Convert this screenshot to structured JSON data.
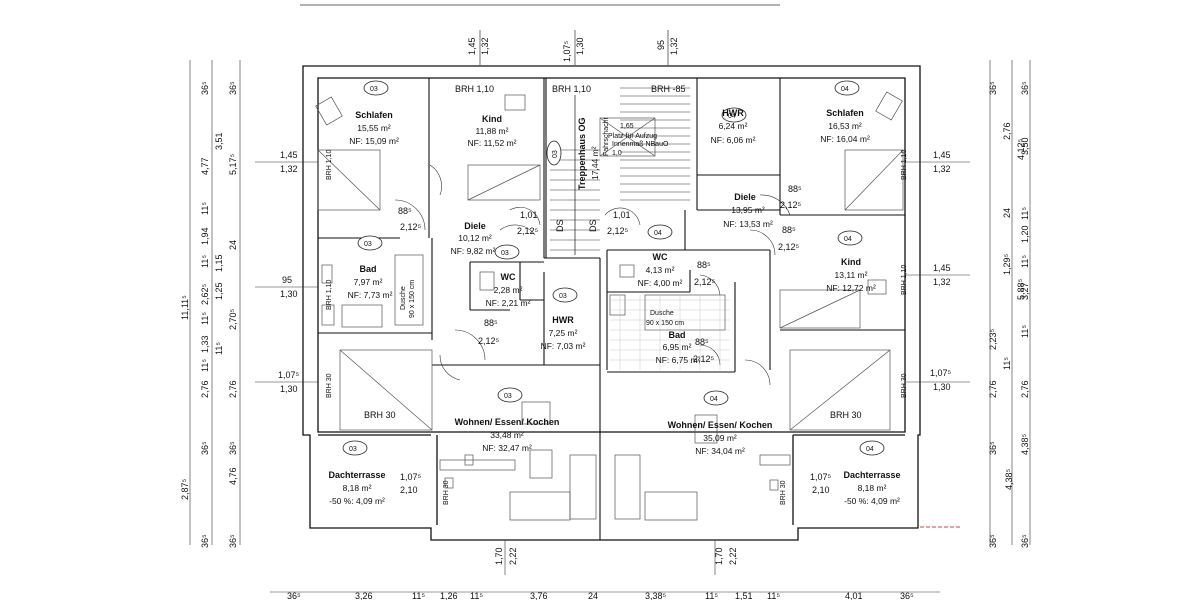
{
  "rooms": {
    "schlafen_l": {
      "name": "Schlafen",
      "area": "15,55 m²",
      "nf": "NF: 15,09 m²"
    },
    "kind_l": {
      "name": "Kind",
      "area": "11,88 m²",
      "nf": "NF: 11,52 m²"
    },
    "diele_l": {
      "name": "Diele",
      "area": "10,12 m²",
      "nf": "NF: 9,82 m²"
    },
    "bad_l": {
      "name": "Bad",
      "area": "7,97 m²",
      "nf": "NF: 7,73 m²"
    },
    "wc_l": {
      "name": "WC",
      "area": "2,28 m²",
      "nf": "NF: 2,21 m²"
    },
    "hwr_l": {
      "name": "HWR",
      "area": "7,25 m²",
      "nf": "NF: 7,03 m²"
    },
    "wek_l": {
      "name": "Wohnen/ Essen/ Kochen",
      "area": "33,48 m²",
      "nf": "NF: 32,47 m²"
    },
    "terr_l": {
      "name": "Dachterrasse",
      "area": "8,18 m²",
      "nf": "-50 %: 4,09 m²"
    },
    "hwr_r": {
      "name": "HWR",
      "area": "6,24 m²",
      "nf": "NF: 6,06 m²"
    },
    "schlafen_r": {
      "name": "Schlafen",
      "area": "16,53 m²",
      "nf": "NF: 16,04 m²"
    },
    "diele_r": {
      "name": "Diele",
      "area": "13,95 m²",
      "nf": "NF: 13,53 m²"
    },
    "wc_r": {
      "name": "WC",
      "area": "4,13 m²",
      "nf": "NF: 4,00 m²"
    },
    "kind_r": {
      "name": "Kind",
      "area": "13,11 m²",
      "nf": "NF: 12,72 m²"
    },
    "bad_r": {
      "name": "Bad",
      "area": "6,95 m²",
      "nf": "NF: 6,75 m²"
    },
    "wek_r": {
      "name": "Wohnen/ Essen/ Kochen",
      "area": "35,09 m²",
      "nf": "NF: 34,04 m²"
    },
    "terr_r": {
      "name": "Dachterrasse",
      "area": "8,18 m²",
      "nf": "-50 %: 4,09 m²"
    }
  },
  "stair": {
    "name": "Treppenhaus OG",
    "area": "17,44 m²",
    "elevator_note": "Platz für Aufzug",
    "shaft": "Fahrschacht",
    "shaft_note": "Innenmaß NBauO",
    "dim_165": "1,65",
    "dim_10": "1,0"
  },
  "units": {
    "left": "03",
    "right": "04"
  },
  "labels": {
    "brh_110": "BRH 1,10",
    "brh_30": "BRH 30",
    "brh_85": "BRH -85",
    "brh_110b": "BRH 1,10",
    "ds": "DS",
    "dusche": "Dusche",
    "dusche_dim": "90 x 150 cm",
    "dusche_l": "Dusche",
    "dusche_l_dim": "90 x 150 cm",
    "wc_in_kitchen": "WC"
  },
  "door_dims": {
    "d885": "88⁵",
    "d2125": "2,12⁵",
    "d101": "1,01",
    "d2125b": "2,12⁵",
    "d1075": "1,07⁵",
    "d210": "2,10"
  },
  "dims_top": {
    "a1": "1,45",
    "a2": "1,32",
    "b1": "1,07⁵",
    "b2": "1,30",
    "c1": "95",
    "c2": "1,32"
  },
  "dims_bottom": [
    "36⁵",
    "3,26",
    "11⁵",
    "1,26",
    "11⁵",
    "3,76",
    "24",
    "3,38⁵",
    "11⁵",
    "1,51",
    "11⁵",
    "4,01",
    "36⁵"
  ],
  "dims_bottom_vert": {
    "a1": "1,70",
    "a2": "2,22",
    "b1": "1,70",
    "b2": "2,22"
  },
  "dims_left_outer": [
    "36⁵",
    "4,77",
    "11⁵",
    "1,94",
    "11⁵",
    "2,62⁵",
    "11⁵",
    "1,33",
    "11⁵",
    "2,76",
    "36⁵",
    "2,87⁵",
    "36⁵"
  ],
  "dims_left_total": "11,11⁵",
  "dims_left_inner": [
    "36⁵",
    "3,51",
    "5,17⁵",
    "24",
    "1,15",
    "1,25",
    "2,70⁵",
    "11⁵",
    "2,76",
    "36⁵",
    "4,76",
    "36⁵"
  ],
  "dims_right_outer": [
    "36⁵",
    "3,50",
    "11⁵",
    "1,20",
    "11⁵",
    "3,27",
    "11⁵",
    "2,76",
    "4,38⁵",
    "36⁵"
  ],
  "dims_right_inner": [
    "36⁵",
    "2,76",
    "4,12⁵",
    "24",
    "1,29⁵",
    "5,88⁵",
    "2,23⁵",
    "11⁵",
    "2,76",
    "36⁵",
    "4,38⁵",
    "36⁵"
  ],
  "window_dims": {
    "l1a": "1,45",
    "l1b": "1,32",
    "l2a": "95",
    "l2b": "1,30",
    "l3a": "1,07⁵",
    "l3b": "1,30",
    "r1a": "1,45",
    "r1b": "1,32",
    "r2a": "1,45",
    "r2b": "1,32",
    "r3a": "1,07⁵",
    "r3b": "1,30"
  }
}
